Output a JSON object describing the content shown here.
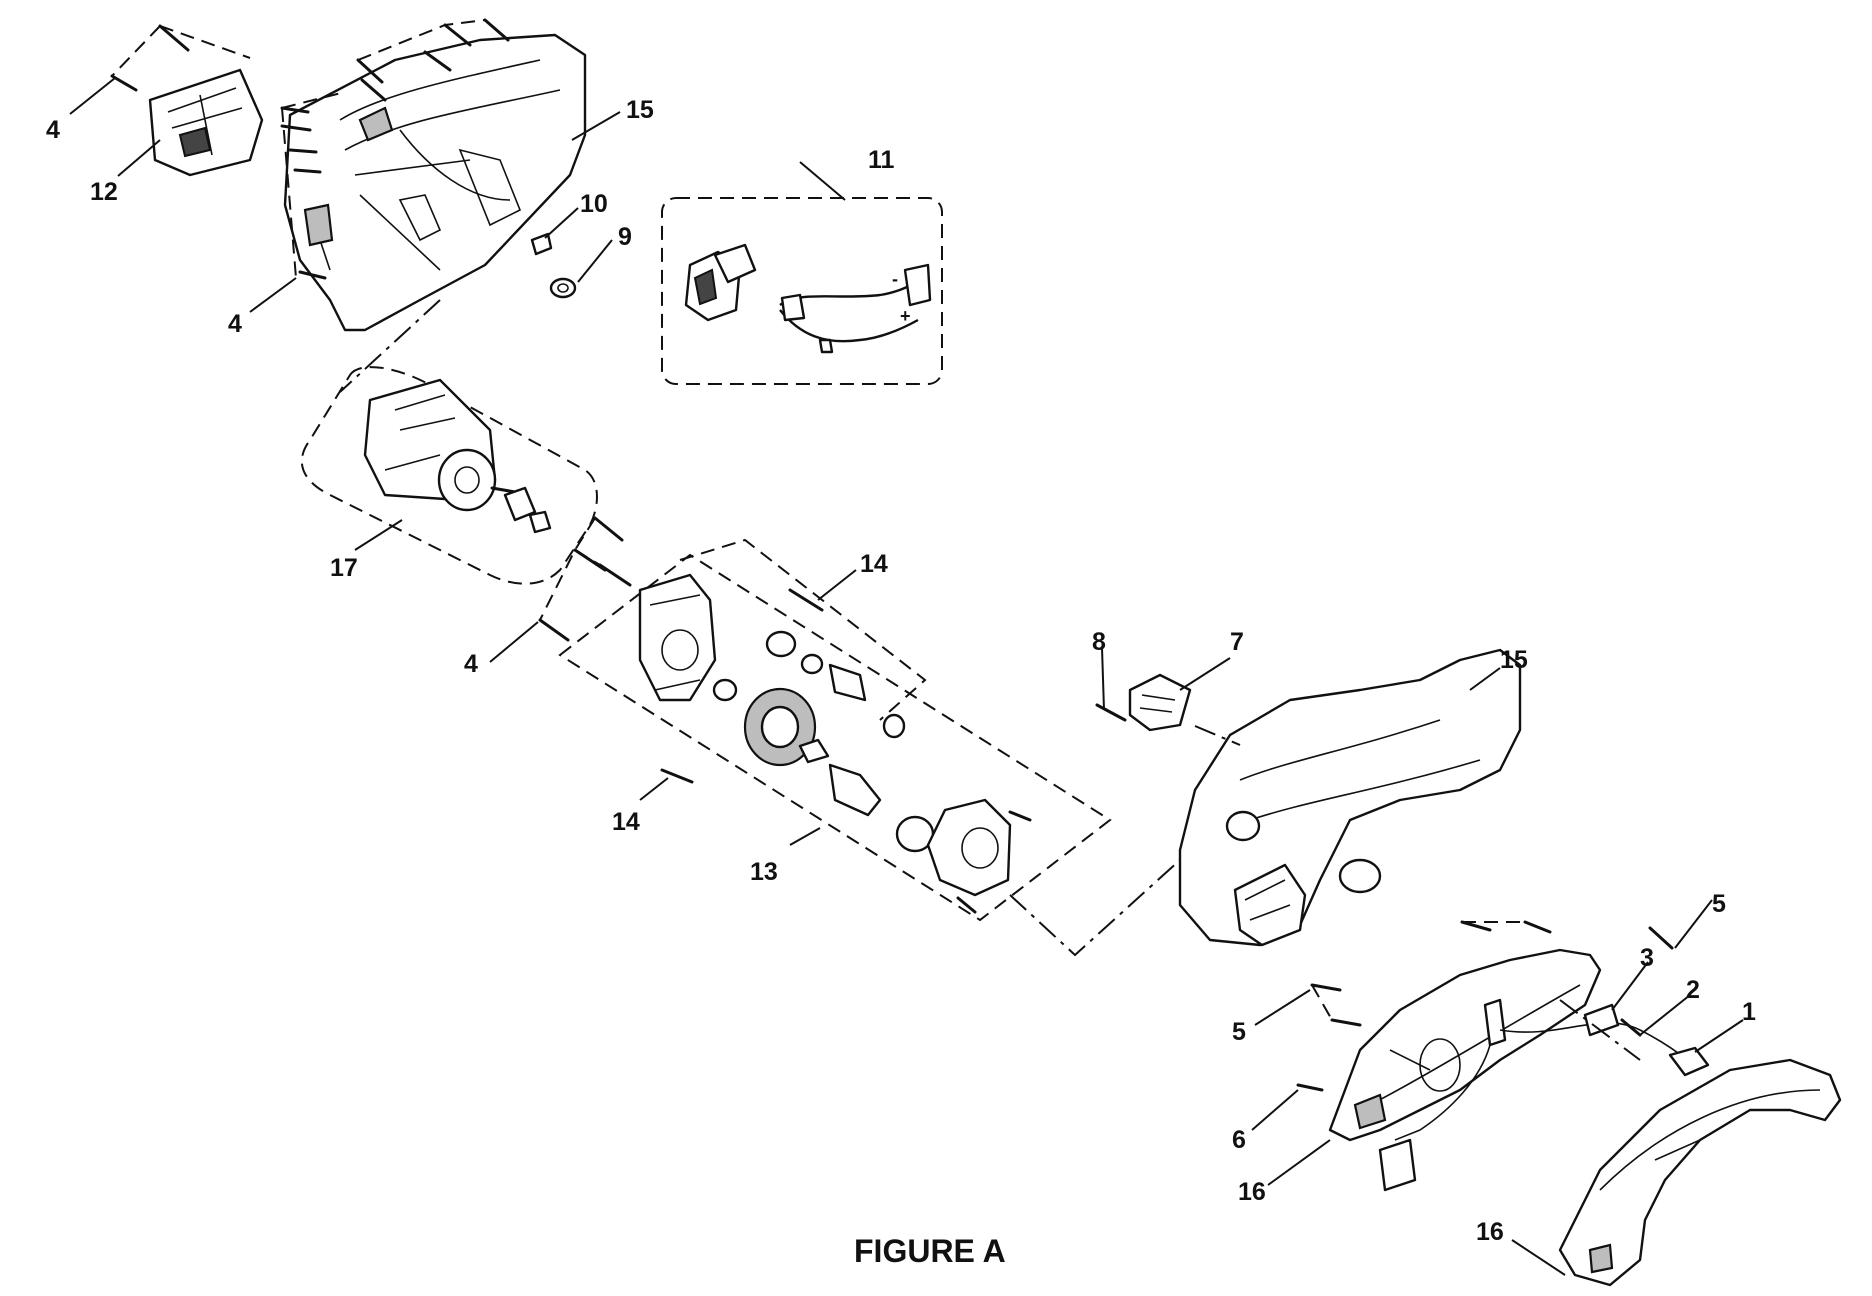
{
  "figure": {
    "title": "FIGURE A"
  },
  "callouts": [
    {
      "id": "c-4-a",
      "label": "4"
    },
    {
      "id": "c-12",
      "label": "12"
    },
    {
      "id": "c-15-a",
      "label": "15"
    },
    {
      "id": "c-10",
      "label": "10"
    },
    {
      "id": "c-9",
      "label": "9"
    },
    {
      "id": "c-4-b",
      "label": "4"
    },
    {
      "id": "c-11",
      "label": "11"
    },
    {
      "id": "c-17",
      "label": "17"
    },
    {
      "id": "c-14-a",
      "label": "14"
    },
    {
      "id": "c-4-c",
      "label": "4"
    },
    {
      "id": "c-14-b",
      "label": "14"
    },
    {
      "id": "c-13",
      "label": "13"
    },
    {
      "id": "c-8",
      "label": "8"
    },
    {
      "id": "c-7",
      "label": "7"
    },
    {
      "id": "c-15-b",
      "label": "15"
    },
    {
      "id": "c-5-a",
      "label": "5"
    },
    {
      "id": "c-3",
      "label": "3"
    },
    {
      "id": "c-2",
      "label": "2"
    },
    {
      "id": "c-1",
      "label": "1"
    },
    {
      "id": "c-5-b",
      "label": "5"
    },
    {
      "id": "c-6",
      "label": "6"
    },
    {
      "id": "c-16-a",
      "label": "16"
    },
    {
      "id": "c-16-b",
      "label": "16"
    }
  ],
  "switch_polarity": {
    "minus": "-",
    "plus": "+"
  }
}
